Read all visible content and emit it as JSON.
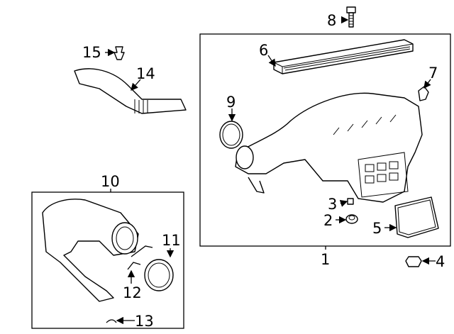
{
  "diagram": {
    "type": "exploded-parts-diagram",
    "callouts": [
      {
        "id": "1",
        "label": "1"
      },
      {
        "id": "2",
        "label": "2"
      },
      {
        "id": "3",
        "label": "3"
      },
      {
        "id": "4",
        "label": "4"
      },
      {
        "id": "5",
        "label": "5"
      },
      {
        "id": "6",
        "label": "6"
      },
      {
        "id": "7",
        "label": "7"
      },
      {
        "id": "8",
        "label": "8"
      },
      {
        "id": "9",
        "label": "9"
      },
      {
        "id": "10",
        "label": "10"
      },
      {
        "id": "11",
        "label": "11"
      },
      {
        "id": "12",
        "label": "12"
      },
      {
        "id": "13",
        "label": "13"
      },
      {
        "id": "14",
        "label": "14"
      },
      {
        "id": "15",
        "label": "15"
      }
    ]
  }
}
